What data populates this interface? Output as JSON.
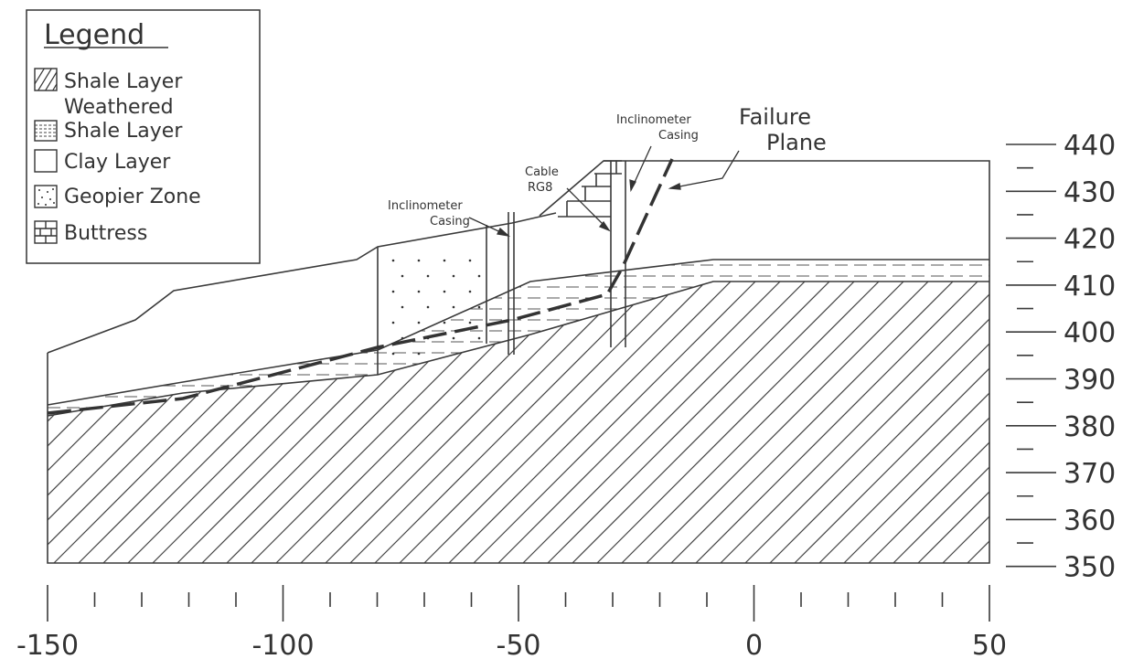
{
  "legend": {
    "title": "Legend",
    "items": [
      {
        "label": "Shale Layer",
        "pattern": "diagonal-hatch"
      },
      {
        "label": "Weathered Shale Layer",
        "line1": "Weathered",
        "line2": "Shale Layer",
        "pattern": "dashed-lines"
      },
      {
        "label": "Clay Layer",
        "pattern": "blank"
      },
      {
        "label": "Geopier Zone",
        "pattern": "dots"
      },
      {
        "label": "Buttress",
        "pattern": "brick"
      }
    ]
  },
  "annotations": {
    "inclinometer_left": {
      "line1": "Inclinometer",
      "line2": "Casing"
    },
    "cable": {
      "line1": "Cable",
      "line2": "RG8"
    },
    "inclinometer_right": {
      "line1": "Inclinometer",
      "line2": "Casing"
    },
    "failure_plane": {
      "line1": "Failure",
      "line2": "Plane"
    }
  },
  "axes": {
    "x_ticks": [
      "-150",
      "-100",
      "-50",
      "0",
      "50"
    ],
    "y_ticks": [
      "440",
      "430",
      "420",
      "410",
      "400",
      "390",
      "380",
      "370",
      "360",
      "350"
    ]
  },
  "colors": {
    "ink": "#333333",
    "background": "#ffffff"
  }
}
